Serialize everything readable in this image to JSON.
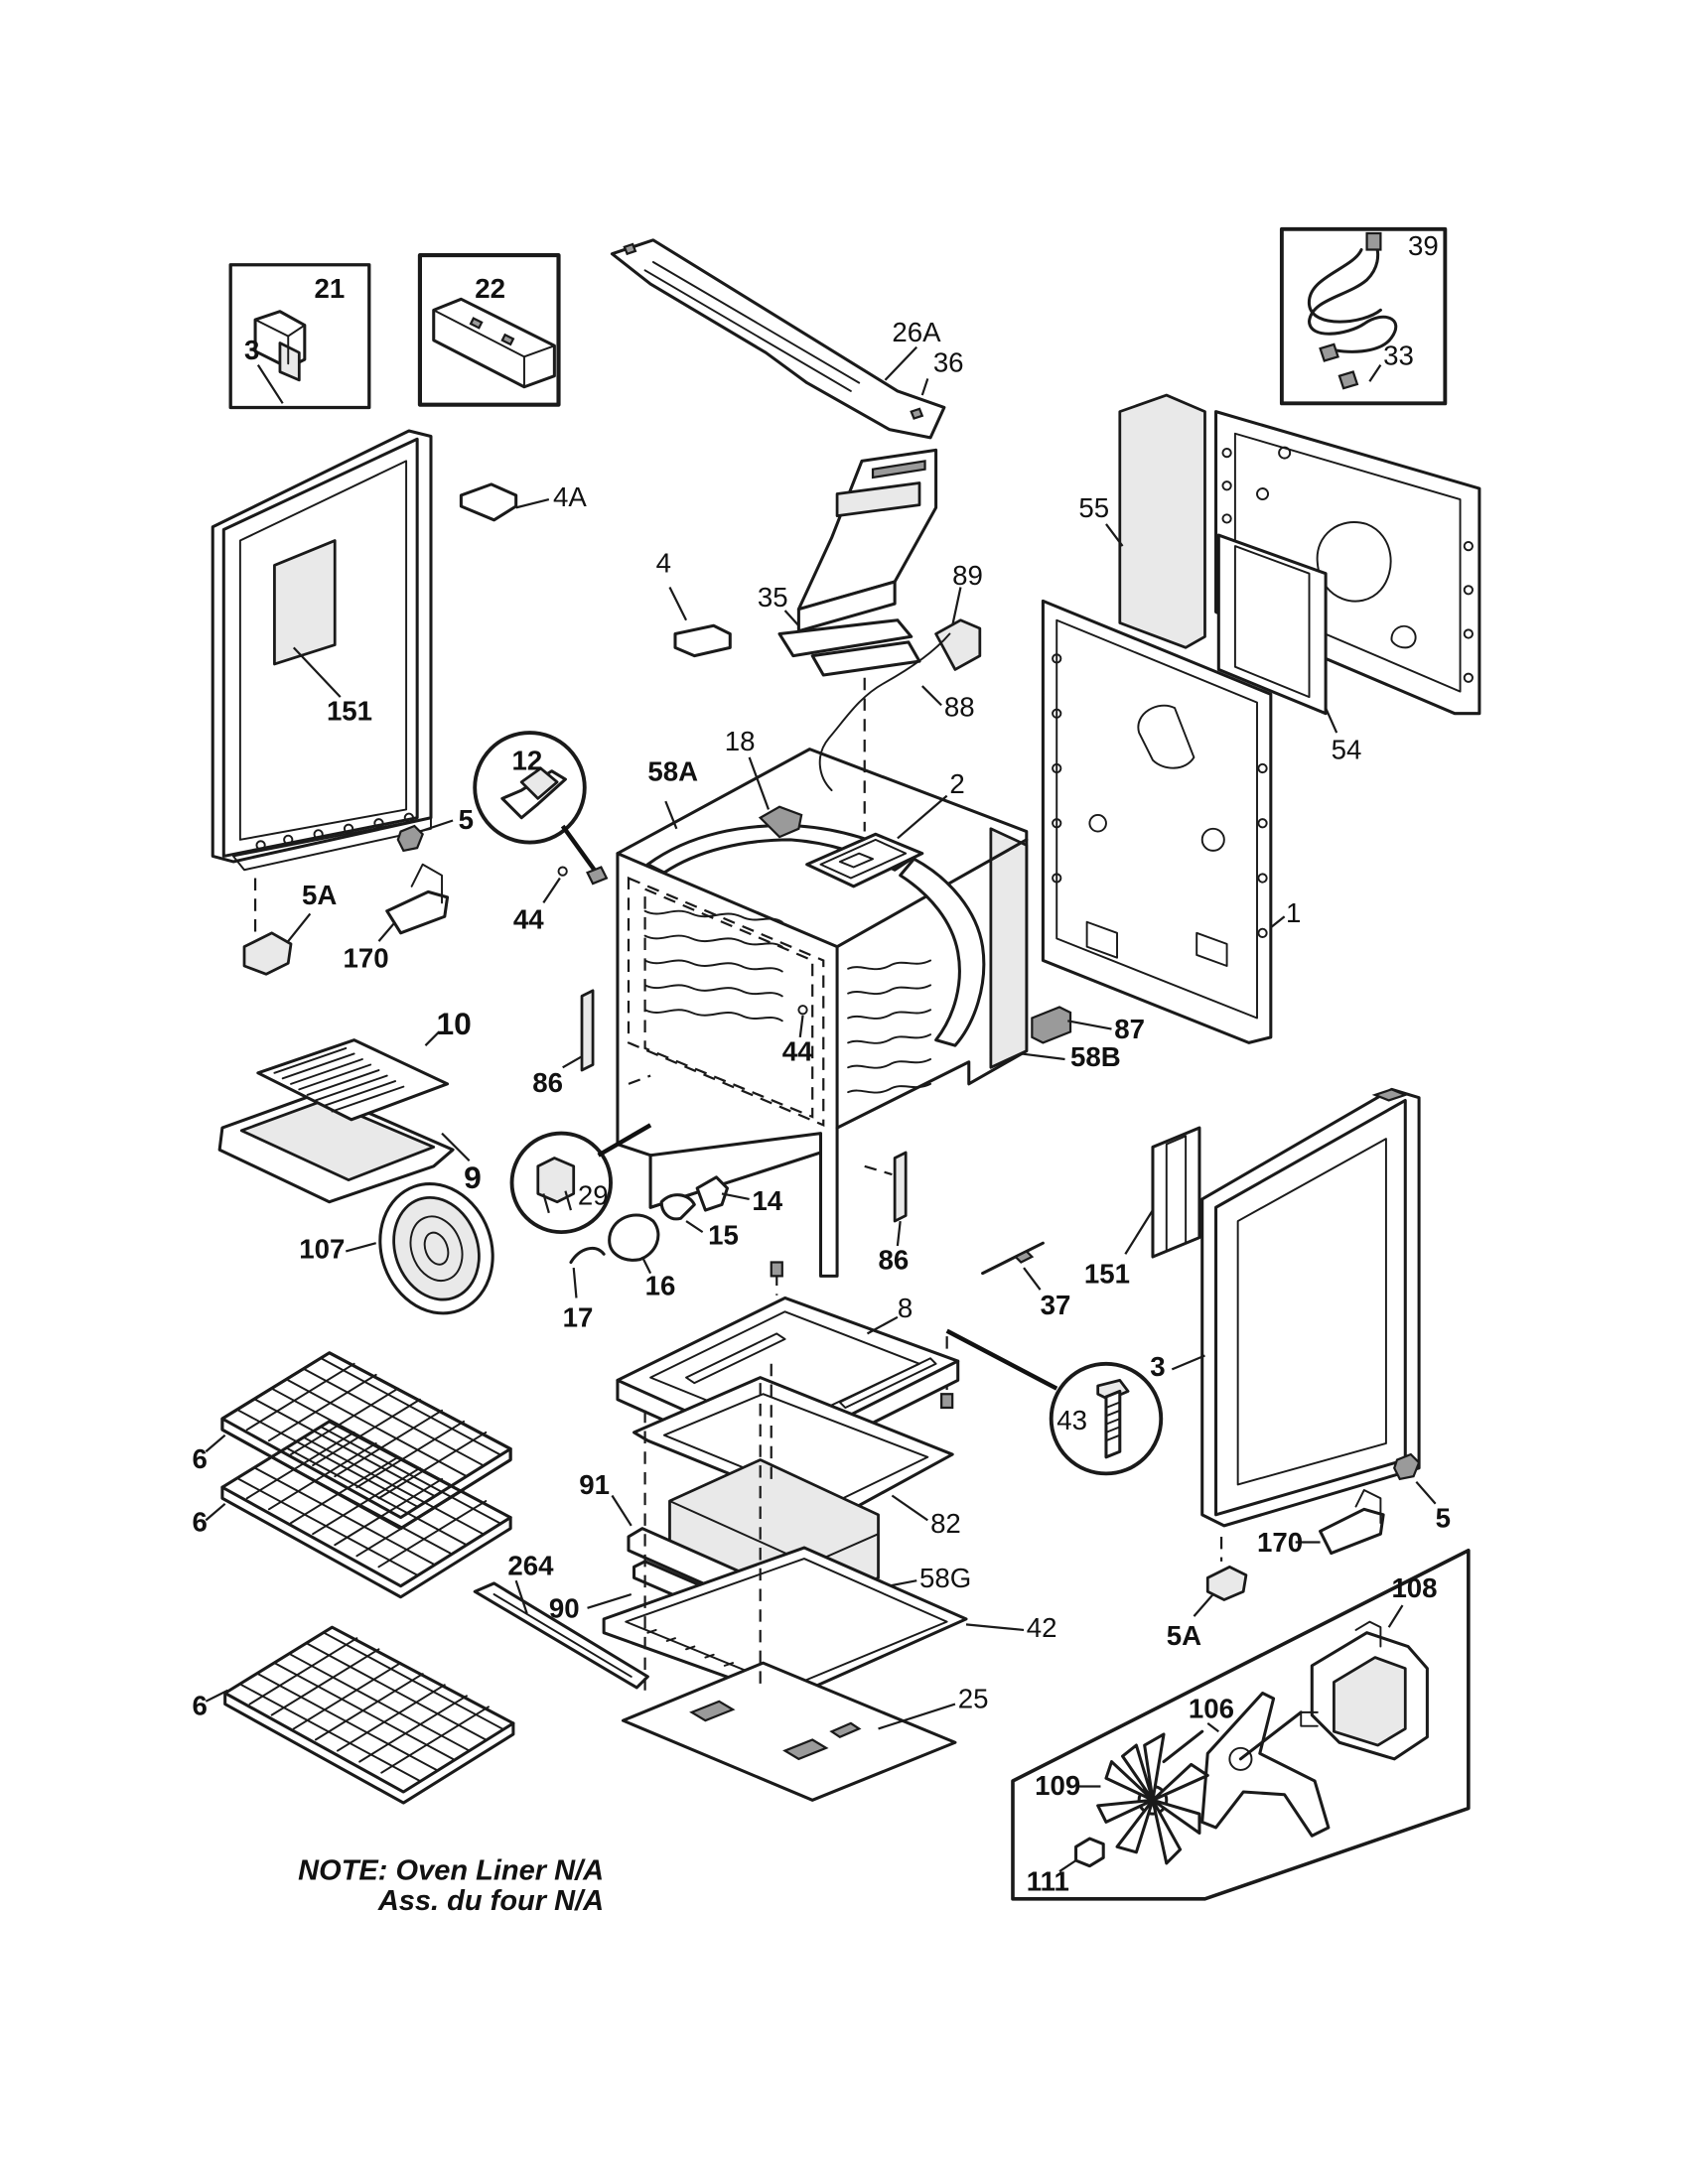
{
  "labels": {
    "p21": "21",
    "p22": "22",
    "p26A": "26A",
    "p39": "39",
    "p3a": "3",
    "p4A": "4A",
    "p151a": "151",
    "p5a": "5",
    "p5Aa": "5A",
    "p170a": "170",
    "p12": "12",
    "p44a": "44",
    "p44b": "44",
    "p58A": "58A",
    "p18": "18",
    "p2": "2",
    "p36": "36",
    "p35": "35",
    "p89": "89",
    "p88": "88",
    "p4": "4",
    "p55": "55",
    "p33": "33",
    "p54": "54",
    "p1": "1",
    "p87": "87",
    "p58B": "58B",
    "p86a": "86",
    "p86b": "86",
    "p10": "10",
    "p9": "9",
    "p107": "107",
    "p29": "29",
    "p14": "14",
    "p15": "15",
    "p16": "16",
    "p17": "17",
    "p37": "37",
    "p151b": "151",
    "p3b": "3",
    "p8": "8",
    "p43": "43",
    "p5b": "5",
    "p170b": "170",
    "p5Ab": "5A",
    "p6a": "6",
    "p6b": "6",
    "p6c": "6",
    "p91": "91",
    "p82": "82",
    "p264": "264",
    "p90": "90",
    "p58G": "58G",
    "p42": "42",
    "p25": "25",
    "p108": "108",
    "p106": "106",
    "p109": "109",
    "p111": "111"
  },
  "note": {
    "line1": "NOTE: Oven Liner N/A",
    "line2": "Ass. du four N/A"
  }
}
